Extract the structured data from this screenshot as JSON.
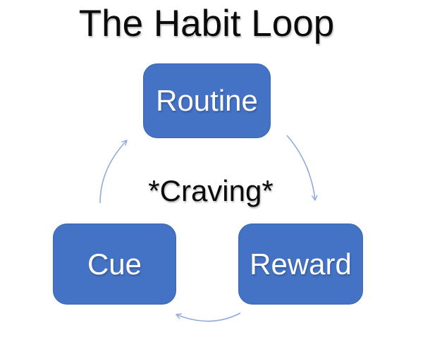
{
  "title": "The Habit Loop",
  "center_label": "*Craving*",
  "nodes": [
    {
      "id": "routine",
      "label": "Routine"
    },
    {
      "id": "cue",
      "label": "Cue"
    },
    {
      "id": "reward",
      "label": "Reward"
    }
  ],
  "arrows": [
    {
      "from": "routine",
      "to": "reward"
    },
    {
      "from": "reward",
      "to": "cue"
    },
    {
      "from": "cue",
      "to": "routine"
    }
  ],
  "colors": {
    "background": "#FFFFFF",
    "node_fill": "#4472C4",
    "node_border": "#3B66B0",
    "node_text": "#FFFFFF",
    "arrow": "#8FAADC",
    "title_text": "#0B0B0B"
  }
}
